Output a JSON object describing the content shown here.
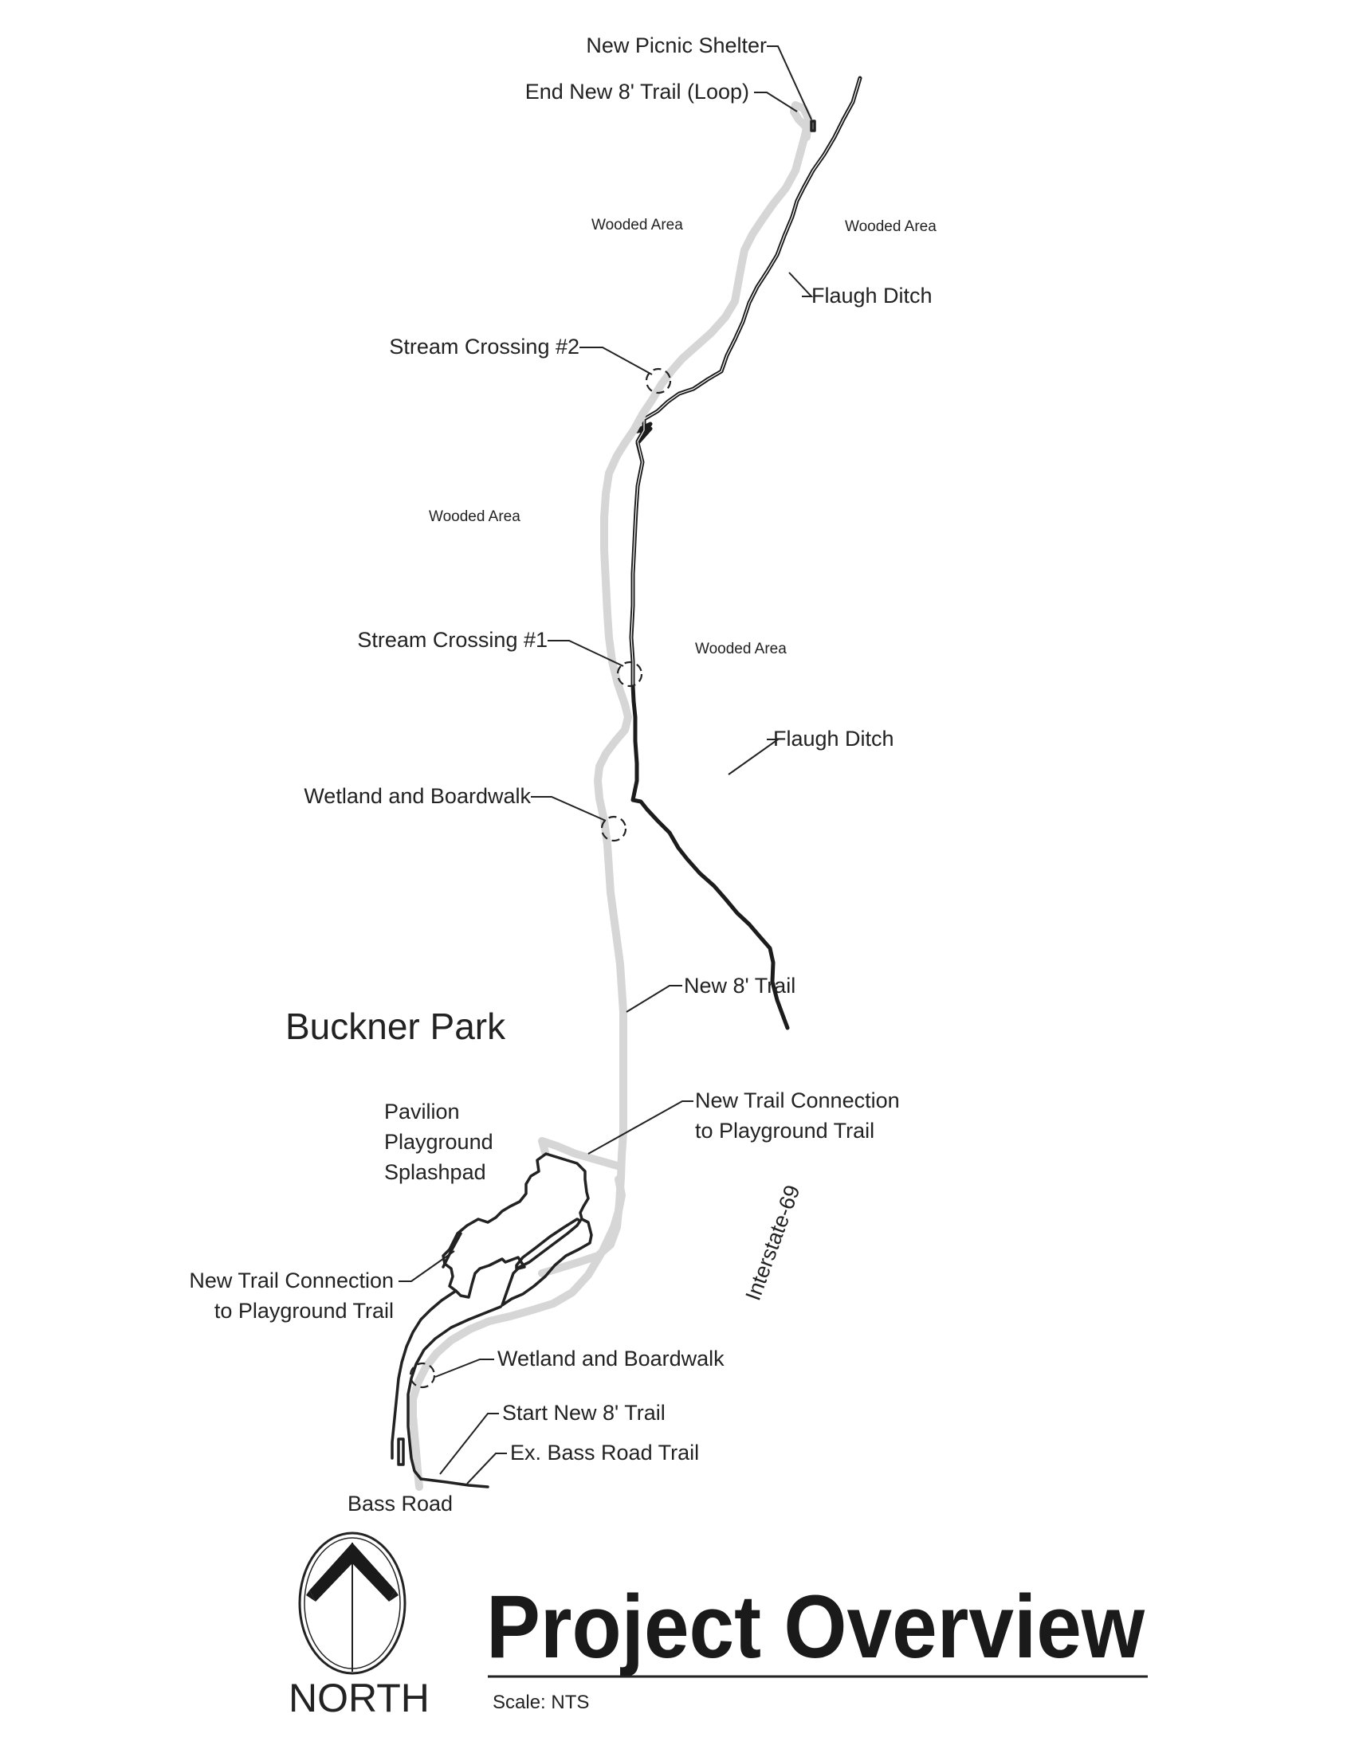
{
  "map": {
    "labels": {
      "picnic_shelter": "New Picnic Shelter",
      "end_trail": "End New 8' Trail (Loop)",
      "wooded_nw": "Wooded Area",
      "wooded_ne": "Wooded Area",
      "flaugh_ditch_north": "Flaugh Ditch",
      "stream_crossing_2": "Stream Crossing #2",
      "wooded_w": "Wooded Area",
      "stream_crossing_1": "Stream Crossing #1",
      "wooded_e": "Wooded Area",
      "flaugh_ditch_south": "Flaugh Ditch",
      "wetland_boardwalk_north": "Wetland and Boardwalk",
      "new_trail": "New 8' Trail",
      "park_name": "Buckner Park",
      "park_amenities": [
        "Pavilion",
        "Playground",
        "Splashpad"
      ],
      "trail_connection_east": [
        "New Trail Connection",
        "to Playground Trail"
      ],
      "interstate": "Interstate-69",
      "trail_connection_west": [
        "New Trail Connection",
        "to Playground Trail"
      ],
      "wetland_boardwalk_south": "Wetland and Boardwalk",
      "start_trail": "Start New 8' Trail",
      "bass_road_trail": "Ex. Bass Road Trail",
      "bass_road": "Bass Road"
    },
    "north_arrow": {
      "label": "NORTH",
      "icon": "north-arrow-icon"
    },
    "title": "Project Overview",
    "scale": "Scale: NTS",
    "colors": {
      "new_trail": "#d6d6d6",
      "ditch": "#1c1c1c",
      "text": "#222222"
    }
  }
}
